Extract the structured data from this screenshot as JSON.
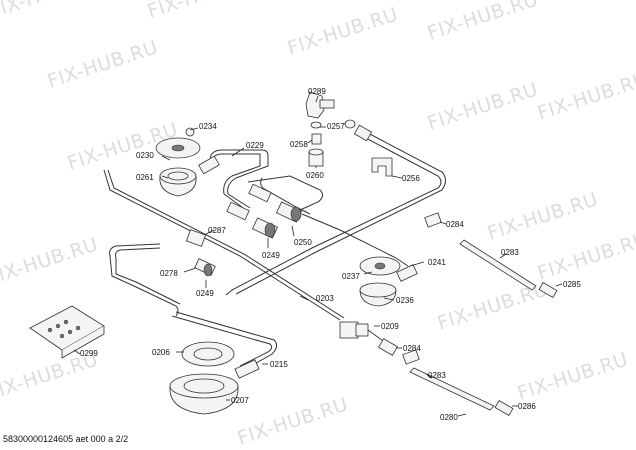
{
  "watermark": "FIX-HUB.RU",
  "footer": "58300000124605 aet 000 a 2/2",
  "labels": {
    "l0234": "0234",
    "l0230": "0230",
    "l0261": "0261",
    "l0229": "0229",
    "l0289": "0289",
    "l0257": "0257",
    "l0258": "0258",
    "l0260": "0260",
    "l0256": "0256",
    "l0287": "0287",
    "l0249a": "0249",
    "l0250": "0250",
    "l0278": "0278",
    "l0249b": "0249",
    "l0237": "0237",
    "l0241": "0241",
    "l0236": "0236",
    "l0284a": "0284",
    "l0283a": "0283",
    "l0285": "0285",
    "l0203": "0203",
    "l0209": "0209",
    "l0299": "0299",
    "l0206": "0206",
    "l0215": "0215",
    "l0207": "0207",
    "l0284b": "0284",
    "l0283b": "0283",
    "l0280": "0280",
    "l0286": "0286"
  }
}
